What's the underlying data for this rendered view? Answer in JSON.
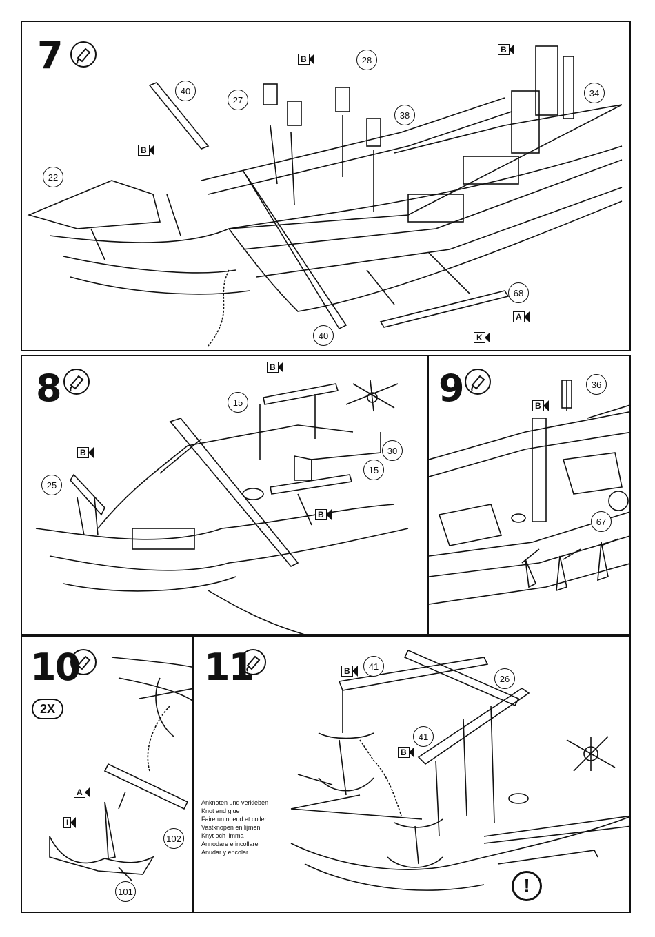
{
  "steps": [
    {
      "number": "7",
      "icon": "glue-tube-icon"
    },
    {
      "number": "8",
      "icon": "glue-tube-icon"
    },
    {
      "number": "9",
      "icon": "glue-tube-icon"
    },
    {
      "number": "10",
      "icon": "glue-tube-icon"
    },
    {
      "number": "11",
      "icon": "glue-tube-icon"
    }
  ],
  "step7": {
    "parts": [
      "40",
      "27",
      "28",
      "38",
      "34",
      "22",
      "68",
      "40"
    ],
    "flags": [
      "B",
      "B",
      "B",
      "A",
      "K"
    ]
  },
  "step8": {
    "parts": [
      "15",
      "30",
      "25",
      "15"
    ],
    "flags": [
      "B",
      "B",
      "B"
    ]
  },
  "step9": {
    "parts": [
      "36",
      "67"
    ],
    "flags": [
      "B"
    ]
  },
  "step10": {
    "quantity": "2X",
    "parts": [
      "102",
      "101"
    ],
    "flags": [
      "A",
      "I"
    ]
  },
  "step11": {
    "parts": [
      "41",
      "26",
      "41"
    ],
    "flags": [
      "B",
      "B"
    ],
    "note_lines": [
      "Anknoten und verkleben",
      "Knot and glue",
      "Faire un noeud et coller",
      "Vastknopen en lijmen",
      "Knyt och limma",
      "Annodare e incollare",
      "Anudar y encolar"
    ],
    "warning": "!"
  }
}
